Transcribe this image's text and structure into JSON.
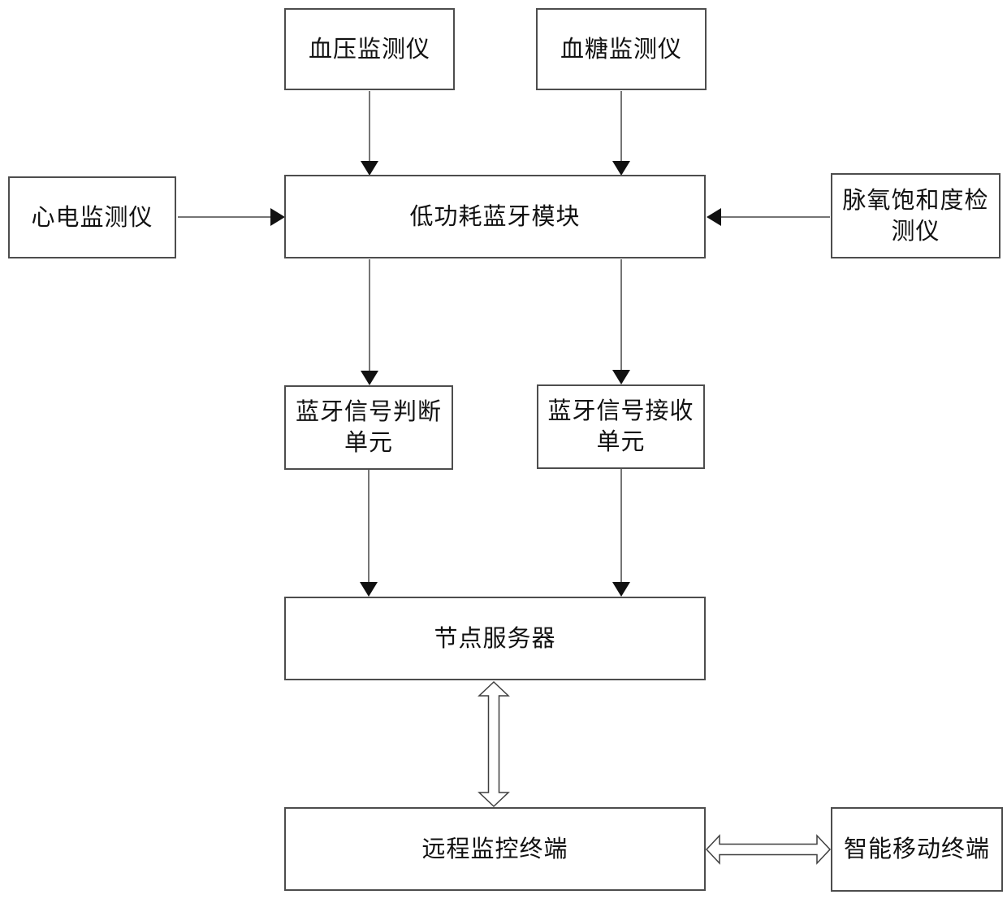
{
  "diagram": {
    "nodes": {
      "bp_monitor": {
        "label": "血压监测仪"
      },
      "glucose_monitor": {
        "label": "血糖监测仪"
      },
      "ecg_monitor": {
        "label": "心电监测仪"
      },
      "ble_module": {
        "label": "低功耗蓝牙模块"
      },
      "oximeter": {
        "label": "脉氧饱和度检\n测仪"
      },
      "bt_judge_unit": {
        "label": "蓝牙信号判断\n单元"
      },
      "bt_receive_unit": {
        "label": "蓝牙信号接收\n单元"
      },
      "node_server": {
        "label": "节点服务器"
      },
      "remote_terminal": {
        "label": "远程监控终端"
      },
      "mobile_terminal": {
        "label": "智能移动终端"
      }
    },
    "edges": [
      {
        "from": "血压监测仪",
        "to": "低功耗蓝牙模块",
        "style": "solid-arrow"
      },
      {
        "from": "血糖监测仪",
        "to": "低功耗蓝牙模块",
        "style": "solid-arrow"
      },
      {
        "from": "心电监测仪",
        "to": "低功耗蓝牙模块",
        "style": "solid-arrow"
      },
      {
        "from": "脉氧饱和度检测仪",
        "to": "低功耗蓝牙模块",
        "style": "solid-arrow"
      },
      {
        "from": "低功耗蓝牙模块",
        "to": "蓝牙信号判断单元",
        "style": "solid-arrow"
      },
      {
        "from": "低功耗蓝牙模块",
        "to": "蓝牙信号接收单元",
        "style": "solid-arrow"
      },
      {
        "from": "蓝牙信号判断单元",
        "to": "节点服务器",
        "style": "solid-arrow"
      },
      {
        "from": "蓝牙信号接收单元",
        "to": "节点服务器",
        "style": "solid-arrow"
      },
      {
        "from": "节点服务器",
        "to": "远程监控终端",
        "style": "hollow-double-arrow"
      },
      {
        "from": "远程监控终端",
        "to": "智能移动终端",
        "style": "hollow-double-arrow"
      }
    ],
    "colors": {
      "background": "#ffffff",
      "box_fill": "#ffffff",
      "box_border": "#4d4d4d",
      "connector_line": "#757575",
      "arrowhead": "#111111",
      "text": "#111111"
    }
  }
}
